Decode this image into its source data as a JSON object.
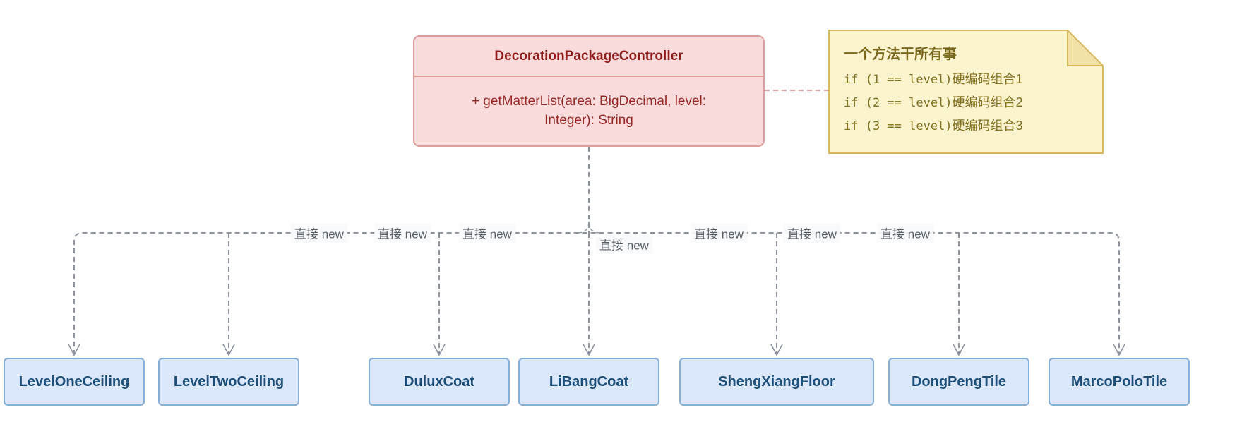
{
  "diagram": {
    "controller": {
      "title": "DecorationPackageController",
      "method": "+ getMatterList(area: BigDecimal, level: Integer): String"
    },
    "note": {
      "title": "一个方法干所有事",
      "lines": [
        {
          "code": "if (1 == level)",
          "text": "硬编码组合1"
        },
        {
          "code": "if (2 == level)",
          "text": "硬编码组合2"
        },
        {
          "code": "if (3 == level)",
          "text": "硬编码组合3"
        }
      ]
    },
    "edge_labels": [
      "直接 new",
      "直接 new",
      "直接 new",
      "直接 new",
      "直接 new",
      "直接 new",
      "直接 new"
    ],
    "impl_classes": [
      "LevelOneCeiling",
      "LevelTwoCeiling",
      "DuluxCoat",
      "LiBangCoat",
      "ShengXiangFloor",
      "DongPengTile",
      "MarcoPoloTile"
    ],
    "colors": {
      "controller_fill": "#fbdcdc",
      "controller_border": "#de9d9d",
      "controller_text": "#8e1c1c",
      "note_fill": "#fcf3cf",
      "note_fold_fill": "#f1e2a9",
      "note_border": "#d8ba5e",
      "note_text": "#7a681c",
      "impl_fill": "#dbe8fb",
      "impl_border": "#85aed8",
      "impl_text": "#1d4e79",
      "connector_gray": "#8c939e",
      "connector_red": "#e2a1a1"
    }
  }
}
